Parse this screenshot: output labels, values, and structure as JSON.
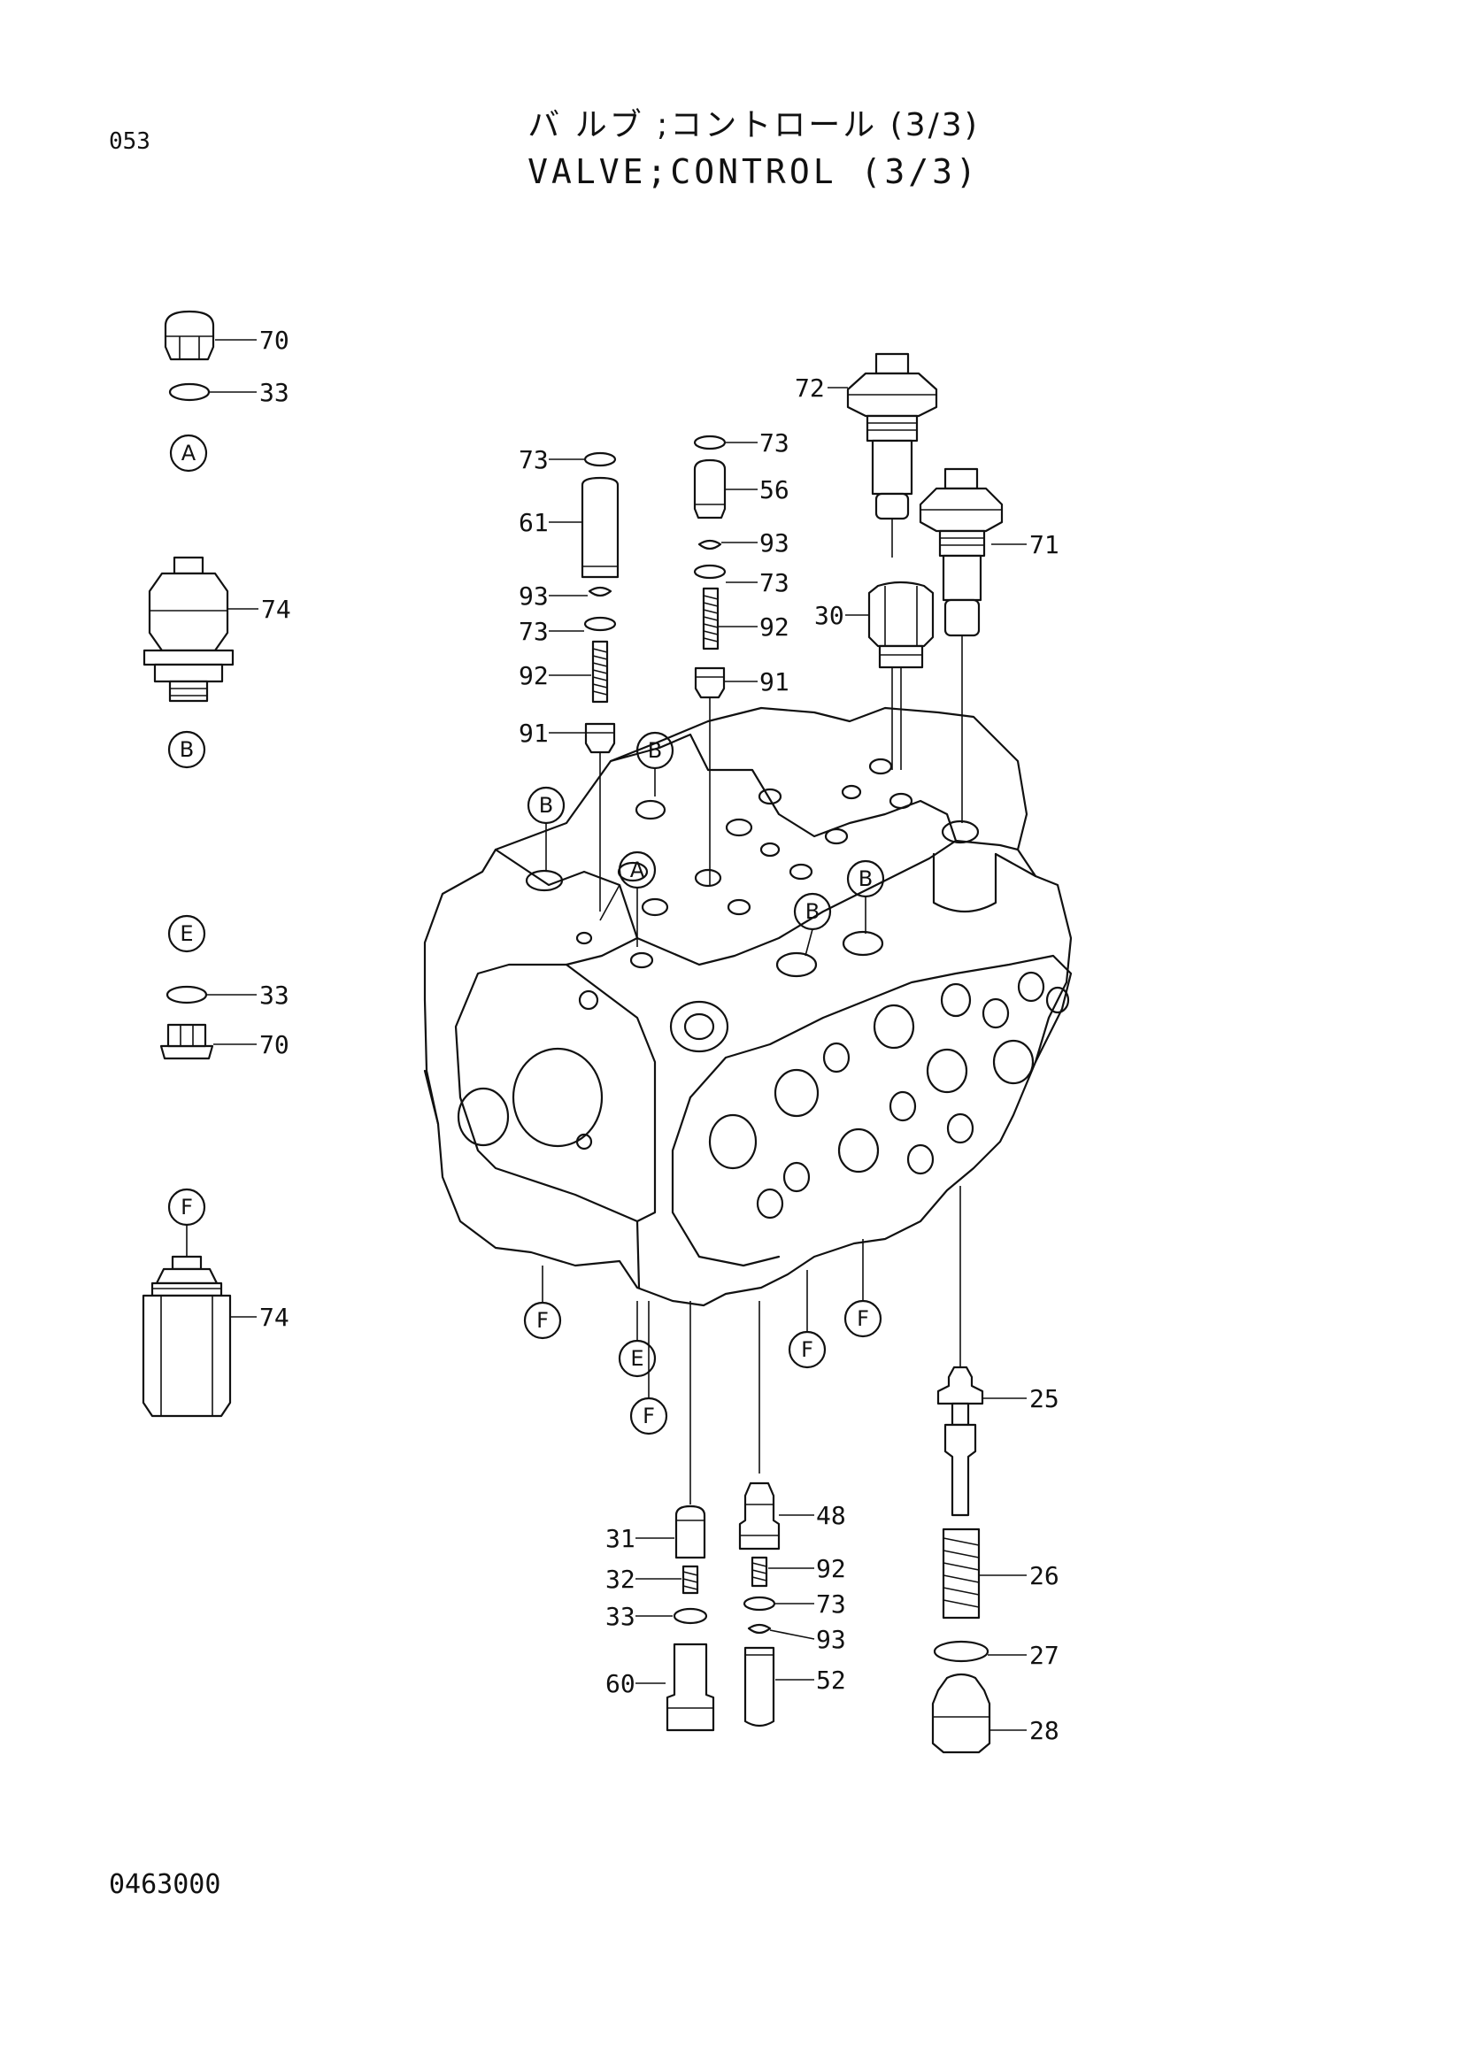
{
  "header": {
    "page_no": "053",
    "title_jp": "バ ルブ ;コントロール (3/3)",
    "title_en": "VALVE;CONTROL (3/3)"
  },
  "footer": {
    "doc_no": "0463000"
  },
  "callouts": {
    "c70a": "70",
    "c33a": "33",
    "c74a": "74",
    "c33b": "33",
    "c70b": "70",
    "c74b": "74",
    "c73a": "73",
    "c61": "61",
    "c93a": "93",
    "c73b": "73",
    "c92a": "92",
    "c91a": "91",
    "c73c": "73",
    "c56": "56",
    "c93b": "93",
    "c73d": "73",
    "c92b": "92",
    "c91b": "91",
    "c72": "72",
    "c71": "71",
    "c30": "30",
    "c25": "25",
    "c26": "26",
    "c27": "27",
    "c28": "28",
    "c31": "31",
    "c32": "32",
    "c33c": "33",
    "c60": "60",
    "c48": "48",
    "c92c": "92",
    "c73e": "73",
    "c93c": "93",
    "c52": "52"
  },
  "bubbles": {
    "bA1": "A",
    "bB1": "B",
    "bE1": "E",
    "bF1": "F",
    "bB2": "B",
    "bB3": "B",
    "bA2": "A",
    "bB4": "B",
    "bB5": "B",
    "bF2": "F",
    "bE2": "E",
    "bF3": "F",
    "bF4": "F",
    "bF5": "F"
  }
}
